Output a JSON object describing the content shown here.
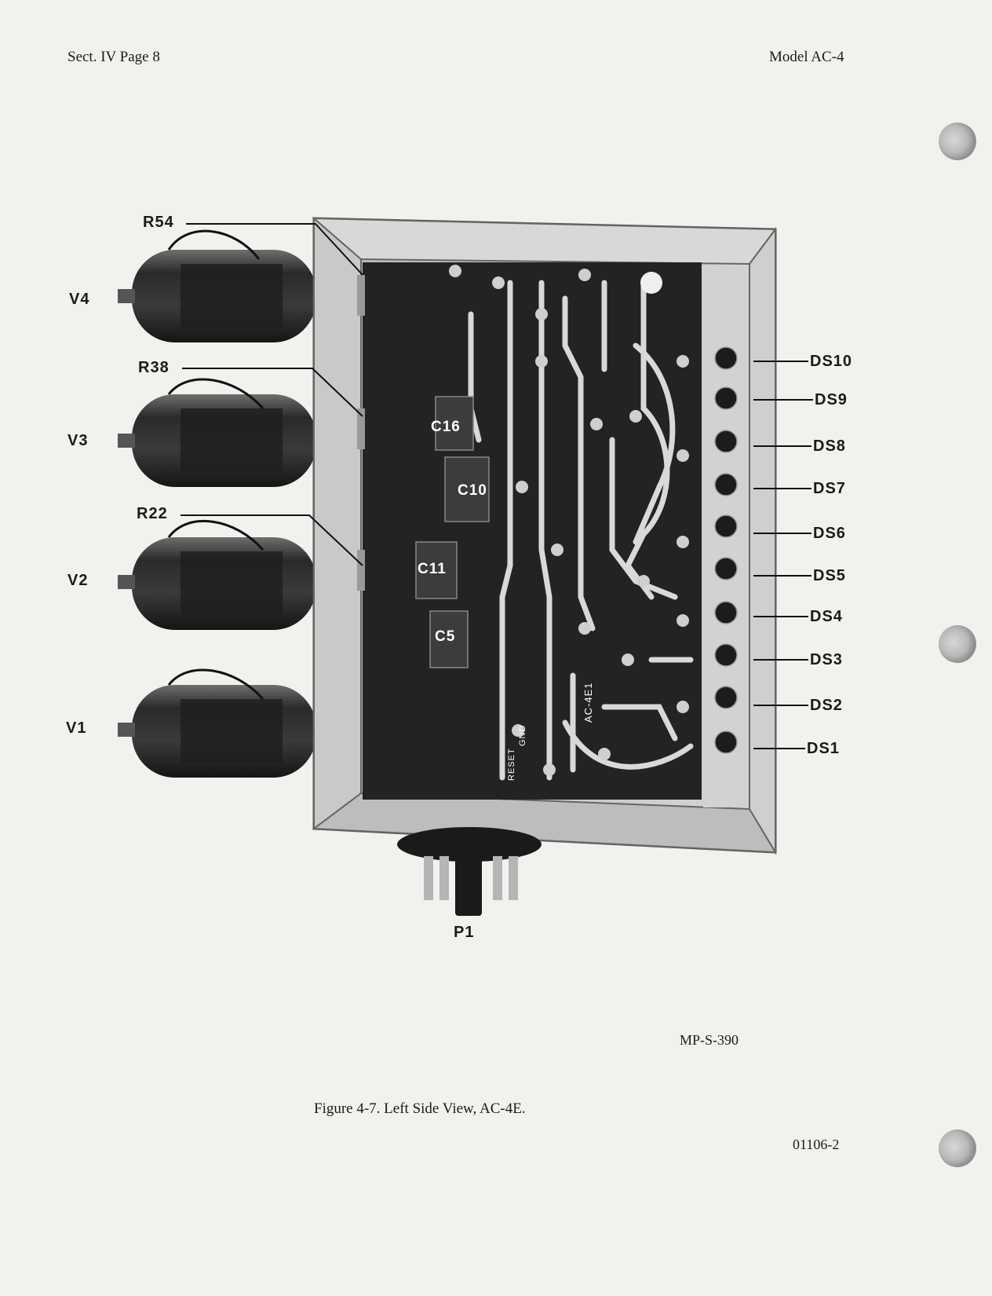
{
  "header": {
    "left": "Sect. IV  Page 8",
    "right": "Model AC-4"
  },
  "figure": {
    "photo_number": "MP-S-390",
    "caption": "Figure 4-7.  Left Side View, AC-4E.",
    "tubes": [
      "V4",
      "V3",
      "V2",
      "V1"
    ],
    "resistors": [
      "R54",
      "R38",
      "R22"
    ],
    "capacitors": [
      "C16",
      "C10",
      "C11",
      "C5"
    ],
    "lamps": [
      "DS10",
      "DS9",
      "DS8",
      "DS7",
      "DS6",
      "DS5",
      "DS4",
      "DS3",
      "DS2",
      "DS1"
    ],
    "connector": "P1",
    "board_print": {
      "id": "AC-4E1",
      "reset": "RESET",
      "gnd": "GND"
    }
  },
  "footer": {
    "doc_number": "01106-2"
  }
}
